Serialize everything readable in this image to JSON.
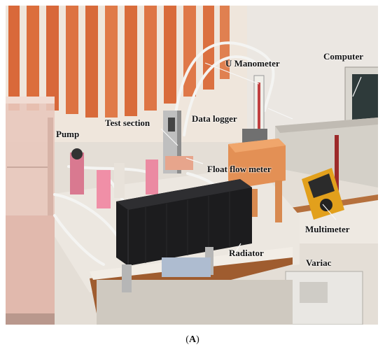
{
  "figure": {
    "labels": {
      "pump": "Pump",
      "test_section": "Test section",
      "u_manometer": "U Manometer",
      "data_logger": "Data logger",
      "float_flow_meter": "Float flow meter",
      "computer": "Computer",
      "multimeter": "Multimeter",
      "radiator": "Radiator",
      "variac": "Variac"
    },
    "caption": {
      "open": "(",
      "letter": "A",
      "close": ")"
    }
  },
  "colors": {
    "curtain_orange": "#d9693a",
    "curtain_light": "#efe8e0",
    "wall": "#e6e0d8",
    "radiator_black": "#1c1c1e",
    "table_top": "#efeae4",
    "board_wood": "#b5703d",
    "multimeter_yellow": "#e2a01c"
  }
}
